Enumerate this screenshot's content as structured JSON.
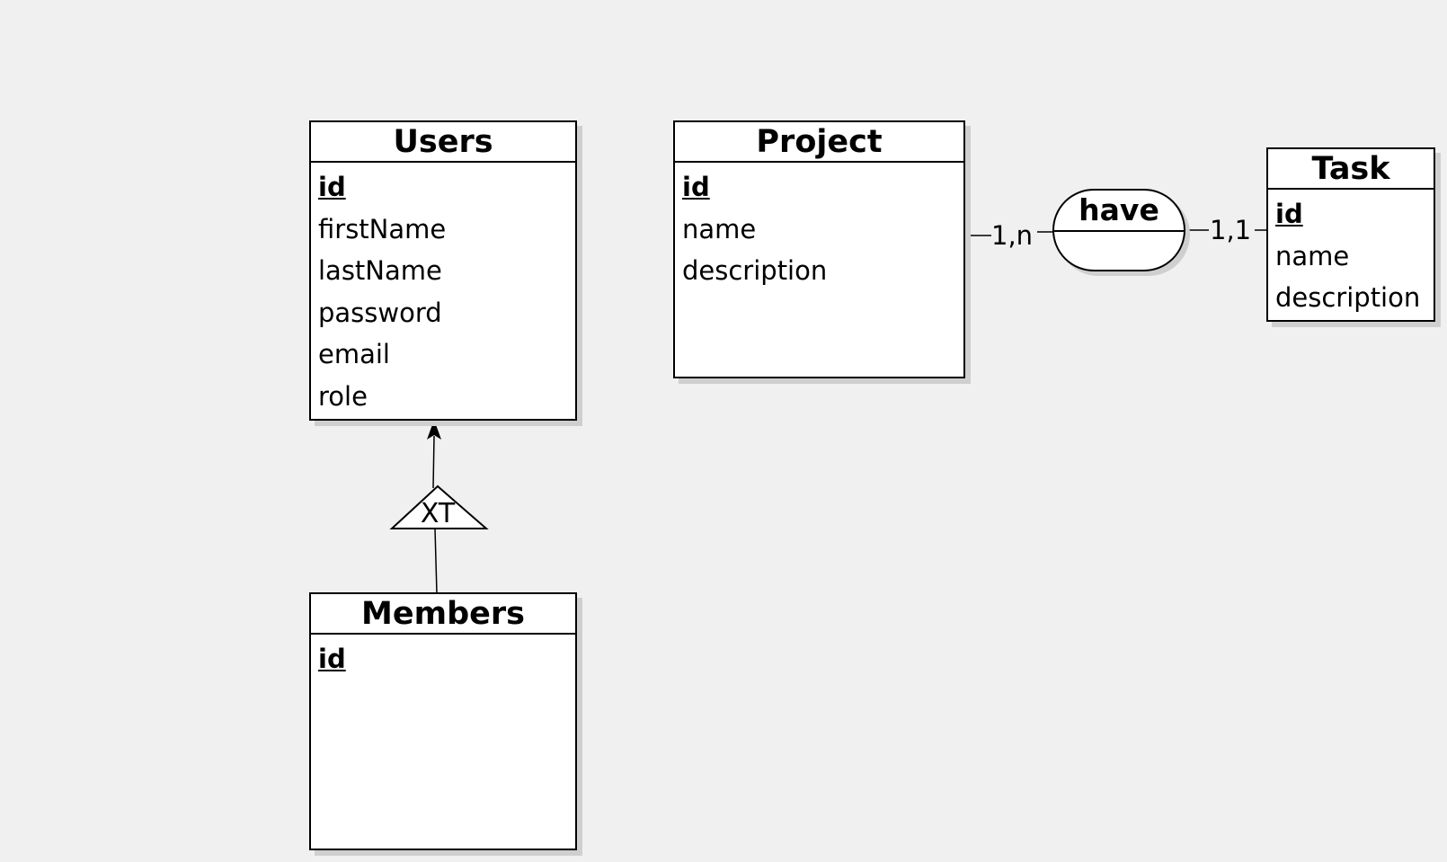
{
  "entities": {
    "users": {
      "title": "Users",
      "key": "id",
      "attrs": [
        "firstName",
        "lastName",
        "password",
        "email",
        "role"
      ]
    },
    "project": {
      "title": "Project",
      "key": "id",
      "attrs": [
        "name",
        "description"
      ]
    },
    "task": {
      "title": "Task",
      "key": "id",
      "attrs": [
        "name",
        "description"
      ]
    },
    "members": {
      "title": "Members",
      "key": "id"
    }
  },
  "relation": {
    "name": "have",
    "card_project": "1,n",
    "card_task": "1,1"
  },
  "inheritance": {
    "label": "XT"
  }
}
